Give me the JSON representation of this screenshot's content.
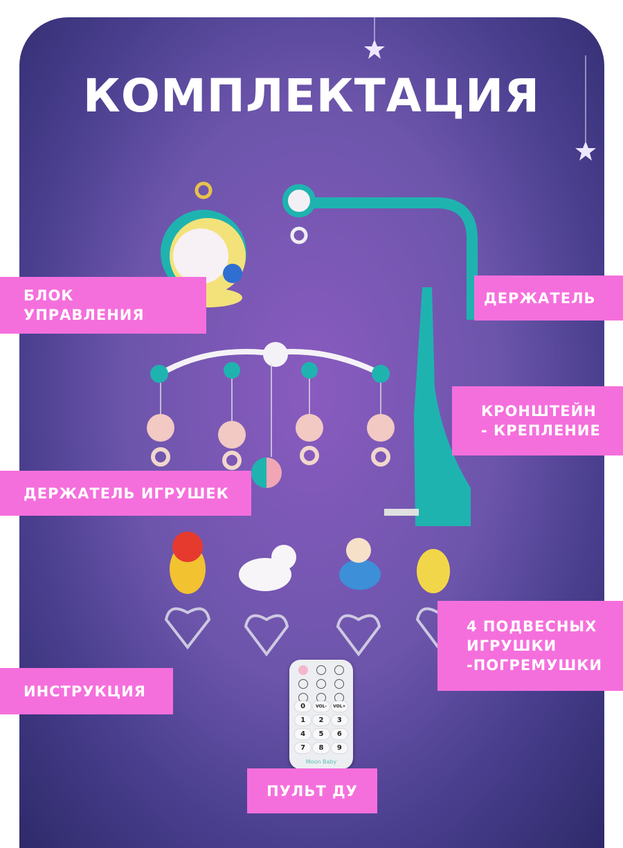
{
  "title": "КОМПЛЕКТАЦИЯ",
  "labels": {
    "control_unit": [
      "БЛОК",
      "УПРАВЛЕНИЯ"
    ],
    "holder": "ДЕРЖАТЕЛЬ",
    "bracket": [
      "КРОНШТЕЙН",
      "- КРЕПЛЕНИЕ"
    ],
    "toy_holder": "ДЕРЖАТЕЛЬ ИГРУШЕК",
    "hanging_toys": [
      "4 ПОДВЕСНЫХ",
      "ИГРУШКИ",
      "-ПОГРЕМУШКИ"
    ],
    "instruction": "ИНСТРУКЦИЯ",
    "remote": "ПУЛЬТ ДУ"
  },
  "remote_keys": [
    "0",
    "VOL-",
    "VOL+",
    "1",
    "2",
    "3",
    "4",
    "5",
    "6",
    "7",
    "8",
    "9"
  ],
  "remote_brand": "Moon Baby",
  "colors": {
    "accent": "#f56fdc",
    "teal": "#1fb3b0",
    "panel": "#6c55ab"
  }
}
